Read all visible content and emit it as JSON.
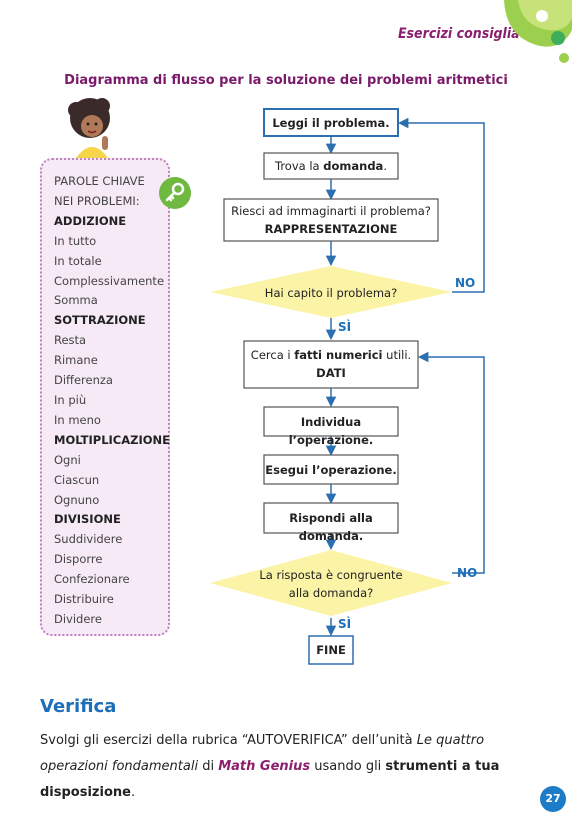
{
  "header": {
    "section_title": "Esercizi consigliati"
  },
  "diagram": {
    "title": "Diagramma di flusso per la soluzione dei problemi aritmetici",
    "nodes": {
      "leggi": "Leggi il problema.",
      "trova_pre": "Trova la ",
      "trova_bold": "domanda",
      "trova_post": ".",
      "riesci_line1": "Riesci ad immaginarti il problema?",
      "riesci_line2": "RAPPRESENTAZIONE",
      "capito": "Hai capito il problema?",
      "cerca_pre": "Cerca i ",
      "cerca_bold": "fatti numerici",
      "cerca_post": " utili.",
      "cerca_line2": "DATI",
      "individua": "Individua l’operazione.",
      "esegui": "Esegui l’operazione.",
      "rispondi": "Rispondi alla domanda.",
      "congruente_line1": "La risposta è congruente",
      "congruente_line2": "alla domanda?",
      "fine": "FINE"
    },
    "labels": {
      "no_1": "NO",
      "si_1": "SÌ",
      "no_2": "NO",
      "si_2": "SÌ"
    }
  },
  "keywords": {
    "heading_line1": "PAROLE CHIAVE",
    "heading_line2": "NEI PROBLEMI:",
    "lines": [
      {
        "text": "ADDIZIONE",
        "category": true
      },
      {
        "text": "In tutto",
        "category": false
      },
      {
        "text": "In totale",
        "category": false
      },
      {
        "text": "Complessivamente",
        "category": false
      },
      {
        "text": "Somma",
        "category": false
      },
      {
        "text": "SOTTRAZIONE",
        "category": true
      },
      {
        "text": "Resta",
        "category": false
      },
      {
        "text": "Rimane",
        "category": false
      },
      {
        "text": "Differenza",
        "category": false
      },
      {
        "text": "In più",
        "category": false
      },
      {
        "text": "In meno",
        "category": false
      },
      {
        "text": "MOLTIPLICAZIONE",
        "category": true
      },
      {
        "text": "Ogni",
        "category": false
      },
      {
        "text": "Ciascun",
        "category": false
      },
      {
        "text": "Ognuno",
        "category": false
      },
      {
        "text": "DIVISIONE",
        "category": true
      },
      {
        "text": "Suddividere",
        "category": false
      },
      {
        "text": "Disporre",
        "category": false
      },
      {
        "text": "Confezionare",
        "category": false
      },
      {
        "text": "Distribuire",
        "category": false
      },
      {
        "text": "Dividere",
        "category": false
      }
    ]
  },
  "verifica": {
    "title": "Verifica",
    "t1": "Svolgi gli esercizi della rubrica “AUTOVERIFICA” dell’unità ",
    "t2": "Le quattro operazioni fondamentali",
    "t3": " di ",
    "t4": "Math Genius",
    "t5": " usando gli ",
    "t6": "strumenti a tua disposizione",
    "t7": "."
  },
  "page_number": "27",
  "colors": {
    "accent_blue": "#1c6fb8",
    "magenta": "#8a1f6e",
    "diamond_yellow": "#fbf3a6",
    "box_border_blue": "#2c6fb0",
    "keywords_bg": "#f6eaf6",
    "green_deco": "#7cc243"
  }
}
